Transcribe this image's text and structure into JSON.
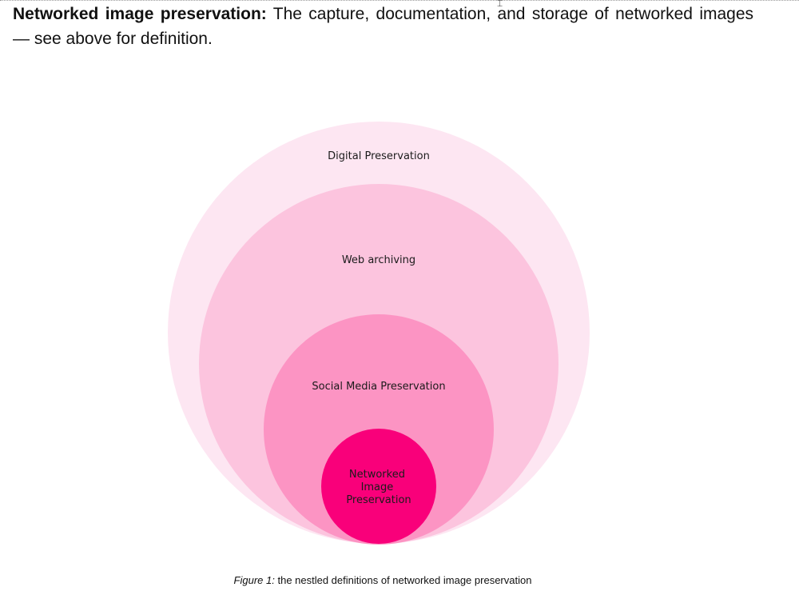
{
  "document": {
    "paragraph": {
      "term": "Networked image preservation:",
      "text": " The capture, documentation, and storage of networked images — see above for definition."
    },
    "figure": {
      "circles": [
        {
          "label": "Digital Preservation",
          "color": "#fde6f2"
        },
        {
          "label": "Web archiving",
          "color": "#fcc4de"
        },
        {
          "label": "Social Media Preservation",
          "color": "#fc94c3"
        },
        {
          "label_lines": [
            "Networked",
            "Image",
            "Preservation"
          ],
          "color": "#f9007a"
        }
      ]
    },
    "caption": {
      "label": "Figure 1:",
      "text": " the nestled definitions of networked image preservation"
    }
  }
}
